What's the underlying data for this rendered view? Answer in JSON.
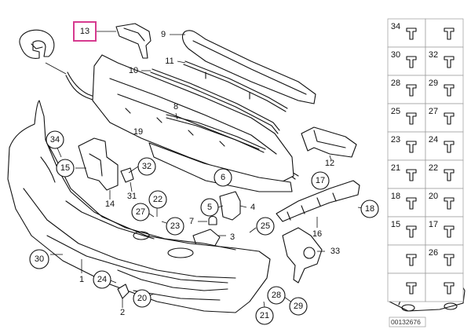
{
  "callouts": {
    "c13": "13",
    "c9": "9",
    "c11": "11",
    "c10": "10",
    "c8": "8",
    "c19": "19",
    "c6": "6",
    "c12": "12",
    "c34": "34",
    "c15": "15",
    "c32": "32",
    "c31": "31",
    "c14": "14",
    "c22": "22",
    "c27": "27",
    "c23": "23",
    "c5": "5",
    "c4": "4",
    "c7": "7",
    "c3": "3",
    "c25": "25",
    "c17": "17",
    "c18": "18",
    "c16": "16",
    "c33": "33",
    "c30": "30",
    "c1": "1",
    "c24": "24",
    "c2": "2",
    "c20": "20",
    "c28": "28",
    "c21": "21",
    "c29": "29"
  },
  "side_grid": [
    [
      "34",
      ""
    ],
    [
      "30",
      "32"
    ],
    [
      "28",
      "29"
    ],
    [
      "25",
      "27"
    ],
    [
      "23",
      "24"
    ],
    [
      "21",
      "22"
    ],
    [
      "18",
      "20"
    ],
    [
      "15",
      "17"
    ],
    [
      "",
      "26"
    ],
    [
      "",
      ""
    ]
  ],
  "reference_number": "00132676",
  "colors": {
    "highlight": "#d63a8f",
    "ink": "#111111"
  }
}
